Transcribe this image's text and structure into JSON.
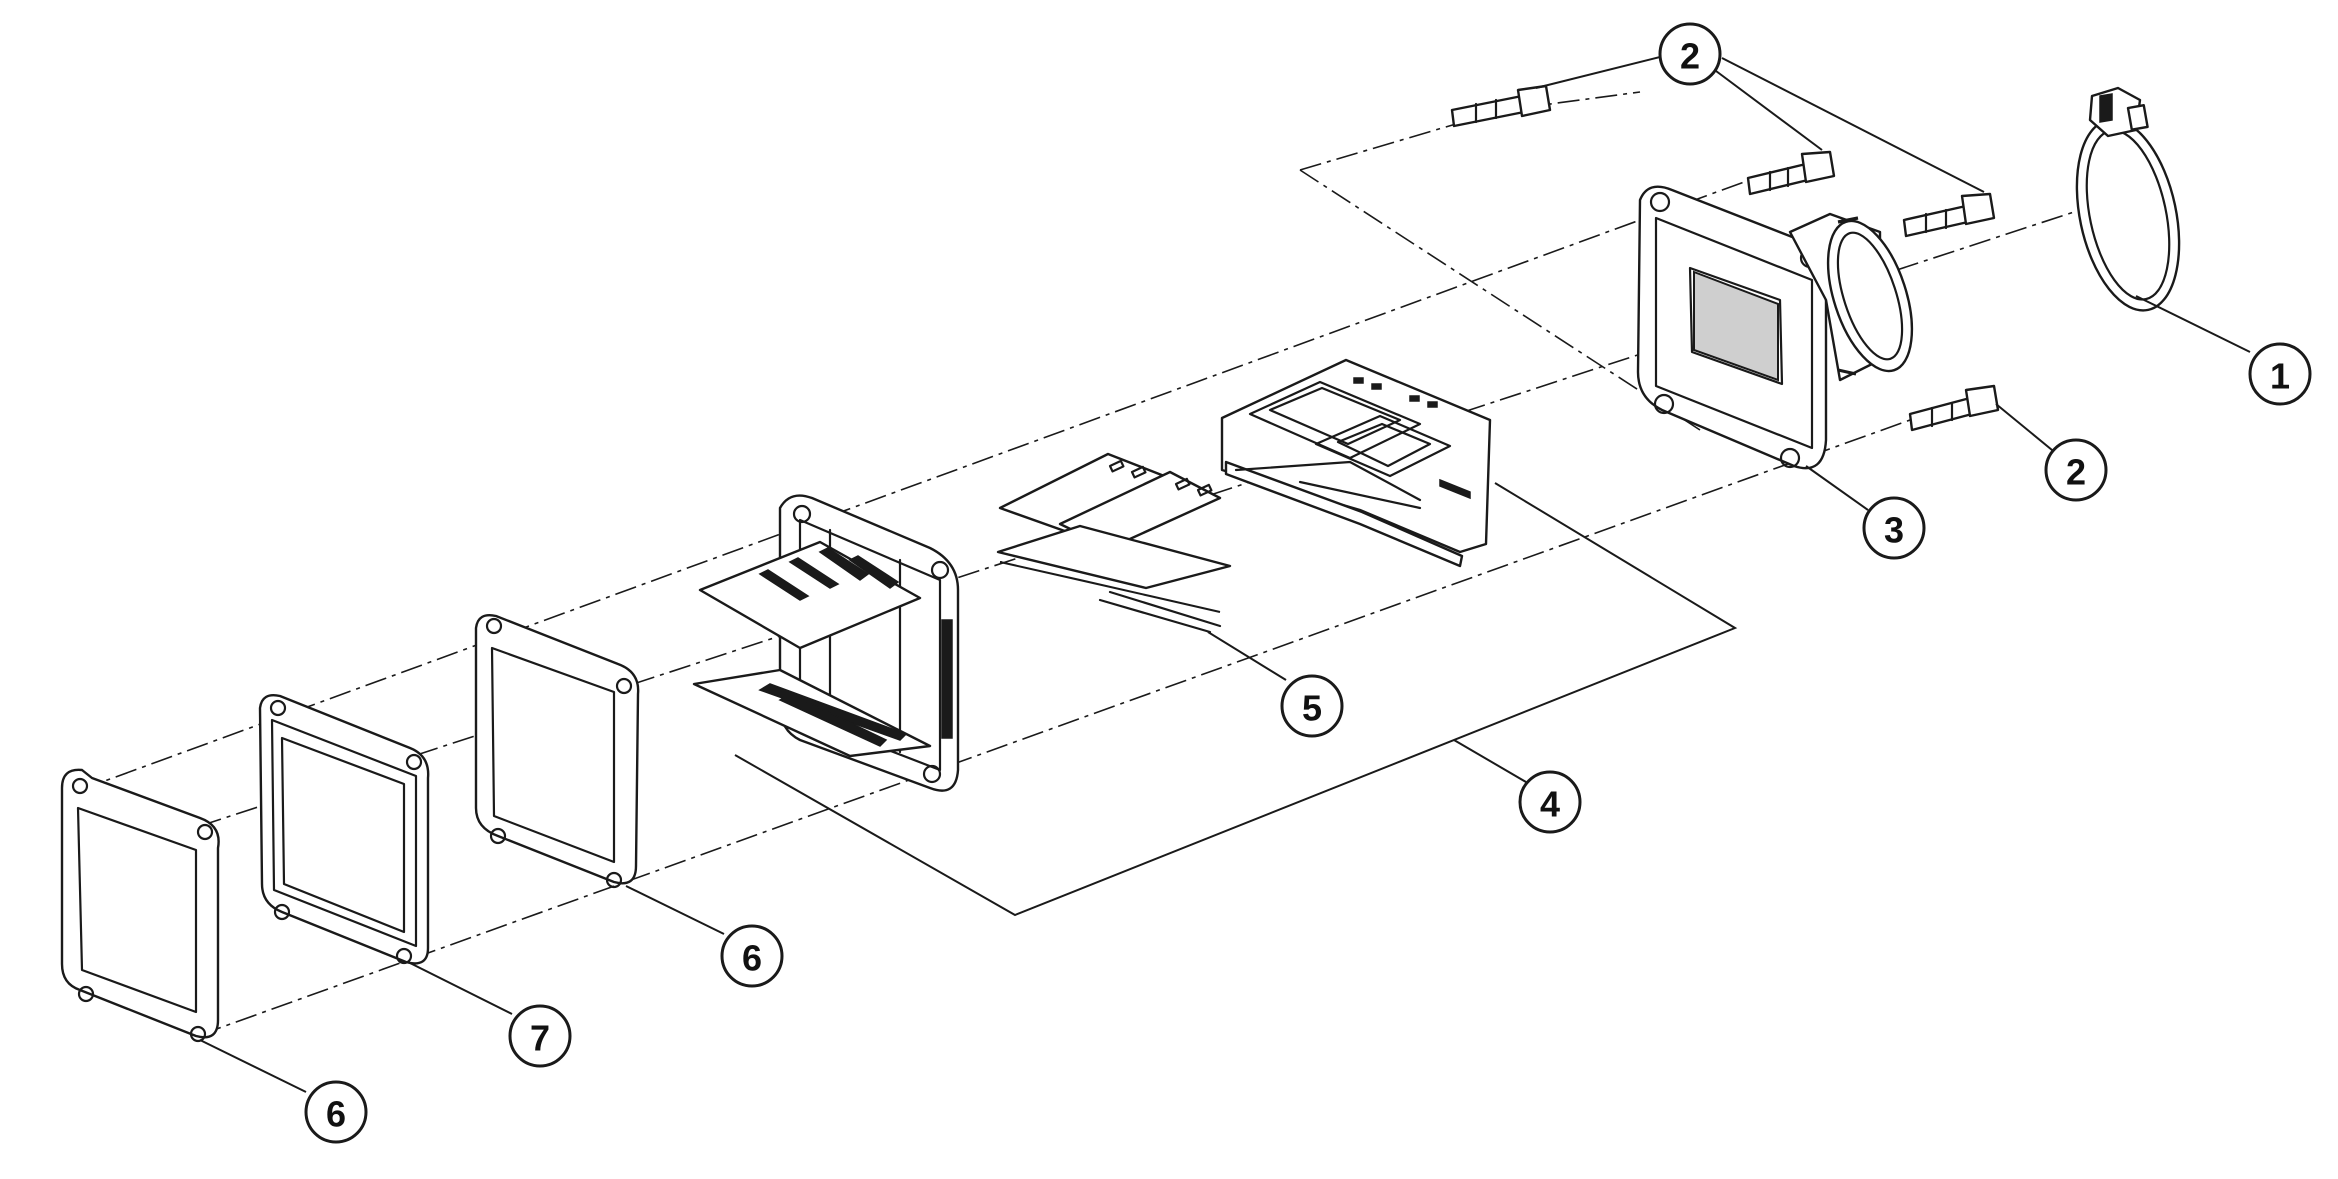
{
  "callouts": [
    {
      "number": "1"
    },
    {
      "number": "2"
    },
    {
      "number": "2"
    },
    {
      "number": "3"
    },
    {
      "number": "4"
    },
    {
      "number": "5"
    },
    {
      "number": "6"
    },
    {
      "number": "6"
    },
    {
      "number": "7"
    }
  ]
}
